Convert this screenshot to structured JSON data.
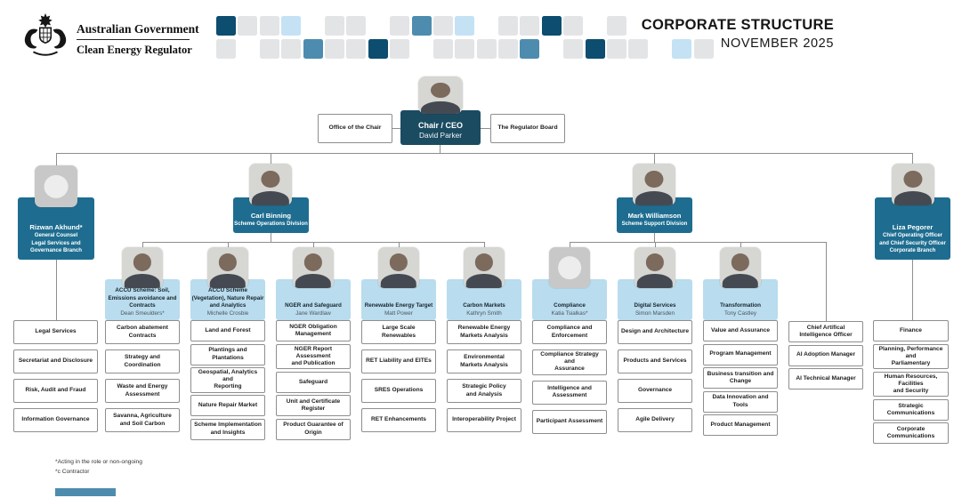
{
  "header": {
    "gov_name": "Australian Government",
    "agency_name": "Clean Energy Regulator",
    "title": "CORPORATE STRUCTURE",
    "subtitle": "NOVEMBER 2025"
  },
  "brand_colors": {
    "navy": "#1b4b61",
    "teal": "#1e6d90",
    "light_blue": "#b9dcee",
    "steel_blue": "#4d8cae"
  },
  "mosaic": {
    "colors": {
      "N": "#0d4d6f",
      "G": "#e3e4e6",
      "L": "#c4e2f4",
      "S": "#4d8cae",
      "_": "transparent"
    },
    "row1": [
      "N",
      "G",
      "G",
      "L",
      "_",
      "G",
      "G",
      "_",
      "G",
      "S",
      "G",
      "L",
      "_",
      "G",
      "G",
      "N",
      "G",
      "_",
      "G",
      "_",
      "_",
      "_",
      "_"
    ],
    "row2": [
      "G",
      "_",
      "G",
      "G",
      "S",
      "G",
      "G",
      "N",
      "G",
      "_",
      "G",
      "G",
      "G",
      "G",
      "S",
      "_",
      "G",
      "N",
      "G",
      "G",
      "_",
      "L",
      "G"
    ]
  },
  "top": {
    "office_box": "Office of the Chair",
    "board_box": "The Regulator Board",
    "ceo_title": "Chair / CEO",
    "ceo_name": "David Parker"
  },
  "executives": [
    {
      "name": "Rizwan Akhund*",
      "role": "General Counsel\nLegal Services and\nGovernance Branch"
    },
    {
      "name": "Carl Binning",
      "role": "Scheme Operations Division"
    },
    {
      "name": "Mark Williamson",
      "role": "Scheme Support Division"
    },
    {
      "name": "Liza Pegorer",
      "role": "Chief Operating Officer\nand Chief Security Officer\nCorporate Branch"
    }
  ],
  "branches": [
    {
      "title": "ACCU Scheme: Soil,\nEmissions avoidance and\nContracts",
      "head": "Dean Smeulders*"
    },
    {
      "title": "ACCU Scheme\n(Vegetation), Nature Repair\nand Analytics",
      "head": "Michelle Crosbie"
    },
    {
      "title": "NGER and Safeguard",
      "head": "Jane Wardlaw"
    },
    {
      "title": "Renewable Energy Target",
      "head": "Matt Power"
    },
    {
      "title": "Carbon Markets",
      "head": "Kathryn Smith"
    },
    {
      "title": "Compliance",
      "head": "Katia Tsialkas*"
    },
    {
      "title": "Digital Services",
      "head": "Simon Marsden"
    },
    {
      "title": "Transformation",
      "head": "Tony Castley"
    }
  ],
  "columns": [
    {
      "id": "legal-services",
      "items": [
        "Legal Services",
        "Secretariat and Disclosure",
        "Risk, Audit and Fraud",
        "Information Governance"
      ]
    },
    {
      "id": "accu-soil",
      "items": [
        "Carbon abatement\nContracts",
        "Strategy and Coordination",
        "Waste and Energy\nAssessment",
        "Savanna, Agriculture\nand Soil Carbon"
      ]
    },
    {
      "id": "accu-vegetation",
      "items": [
        "Land and Forest",
        "Plantings and Plantations",
        "Geospatial, Analytics and\nReporting",
        "Nature Repair Market",
        "Scheme Implementation\nand Insights"
      ]
    },
    {
      "id": "nger-safeguard",
      "items": [
        "NGER Obligation\nManagement",
        "NGER Report Assessment\nand Publication",
        "Safeguard",
        "Unit and Certificate Register",
        "Product Guarantee of Origin"
      ]
    },
    {
      "id": "renewable-energy-target",
      "items": [
        "Large Scale Renewables",
        "RET Liability and EITEs",
        "SRES Operations",
        "RET Enhancements"
      ]
    },
    {
      "id": "carbon-markets",
      "items": [
        "Renewable Energy\nMarkets Analysis",
        "Environmental\nMarkets Analysis",
        "Strategic Policy\nand Analysis",
        "Interoperability Project"
      ]
    },
    {
      "id": "compliance",
      "items": [
        "Compliance and\nEnforcement",
        "Compliance Strategy and\nAssurance",
        "Intelligence and\nAssessment",
        "Participant Assessment"
      ]
    },
    {
      "id": "digital-services",
      "items": [
        "Design and Architecture",
        "Products and Services",
        "Governance",
        "Agile Delivery"
      ]
    },
    {
      "id": "transformation",
      "items": [
        "Value and Assurance",
        "Program Management",
        "Business transition and\nChange",
        "Data Innovation and Tools",
        "Product Management"
      ]
    },
    {
      "id": "ai-office",
      "items": [
        "Chief Artifical\nIntelligence Officer",
        "AI Adoption Manager",
        "AI Technical Manager"
      ]
    },
    {
      "id": "corporate",
      "items": [
        "Finance",
        "Planning, Performance and\nParliamentary",
        "Human Resources, Facilities\nand Security",
        "Strategic Communications",
        "Corporate Communications"
      ]
    }
  ],
  "footnotes": "*Acting in the role or non-ongoing\n*c Contractor"
}
